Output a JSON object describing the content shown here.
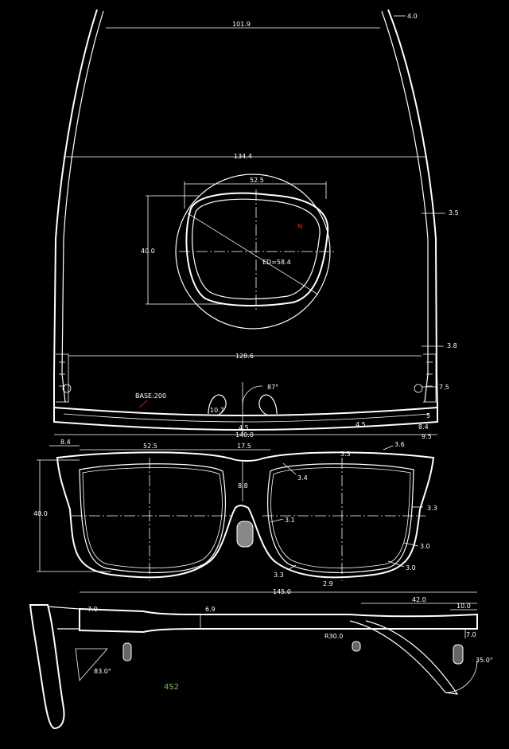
{
  "dims": {
    "temple_gap": "101.9",
    "temple_tip": "4.0",
    "temple_span": "134.4",
    "lens_width_top": "52.5",
    "lens_height_top": "40.0",
    "effective_diameter": "ED=58.4",
    "temple_thick_1": "3.5",
    "hinge_width": "128.6",
    "temple_thick_2": "3.8",
    "hinge_depth": "7.5",
    "pad_angle": "87°",
    "base_curve": "BASE:200",
    "pad_depth": "10.7",
    "rim_a": "4.5",
    "rim_b": "4.5",
    "end_a": "5",
    "end_b": "8.4",
    "end_c": "9.5",
    "overall_width": "140.0",
    "front_end_left": "8.4",
    "front_lens_width": "52.5",
    "bridge": "17.5",
    "rim_top": "3.3",
    "rim_top_edge": "3.6",
    "rim_inner_left": "3.4",
    "bridge_height": "8.8",
    "rim_right": "3.3",
    "front_lens_height": "40.0",
    "pad_rim": "3.1",
    "rim_bottom_r1": "3.0",
    "rim_bottom_r2": "3.0",
    "rim_bottom_left": "3.3",
    "rim_bottom": "2.9",
    "temple_length": "145.0",
    "temple_front_h": "7.0",
    "temple_mid_h": "6.9",
    "tip_length": "42.0",
    "tip_segment": "10.0",
    "bend_radius": "R30.0",
    "tip_height": "7.0",
    "pantoscopic": "83.0°",
    "tip_angle": "35.0°",
    "lens_marker": "N"
  },
  "model_code": "4S2"
}
